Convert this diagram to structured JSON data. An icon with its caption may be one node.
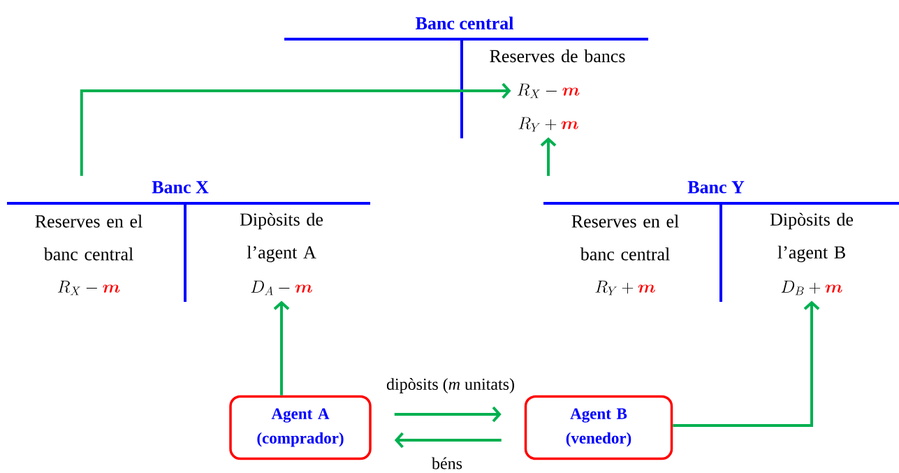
{
  "diagram": {
    "nodes": [
      {
        "text": [
          "Banc central"
        ]
      },
      {
        "text": [
          "Reserves de bancs"
        ],
        "in": 0
      },
      {
        "text": [
          "R_X - {\\color{red}\\boldsymbol{m}}"
        ],
        "in": 0
      },
      {
        "text": [
          "R_Y + {\\color{red}\\boldsymbol{m}}"
        ],
        "in": 0
      },
      {
        "text": [
          "Banc X"
        ]
      },
      {
        "text": [
          "Reserves en el banc central"
        ],
        "in": 4
      },
      {
        "text": [
          "R_X - {\\color{red}\\boldsymbol{m}}"
        ],
        "in": 4
      },
      {
        "text": [
          "Dipòsits de l’agent A"
        ],
        "in": 4
      },
      {
        "text": [
          "D_A - {\\color{red}\\boldsymbol{m}}"
        ],
        "in": 4
      },
      {
        "text": [
          "Banc Y"
        ]
      },
      {
        "text": [
          "Reserves en el banc central"
        ],
        "in": 9
      },
      {
        "text": [
          "R_Y + {\\color{red}\\boldsymbol{m}}"
        ],
        "in": 9
      },
      {
        "text": [
          "Dipòsits de l’agent B"
        ],
        "in": 9
      },
      {
        "text": [
          "D_B + {\\color{red}\\boldsymbol{m}}"
        ],
        "in": 9
      },
      {
        "text": [
          "Agent A (comprador)"
        ]
      },
      {
        "text": [
          "Agent B (venedor)"
        ]
      }
    ],
    "edges": [
      {
        "from": 4,
        "to": 2,
        "arrow": "to"
      },
      {
        "from": 9,
        "to": 3,
        "arrow": "to"
      },
      {
        "from": 14,
        "to": 8,
        "arrow": "to"
      },
      {
        "from": 14,
        "to": 15,
        "arrow": "to",
        "label": "dipòsits (*m* unitats)"
      },
      {
        "from": 15,
        "to": 14,
        "arrow": "to",
        "label": "béns"
      },
      {
        "from": 15,
        "to": 13,
        "arrow": "to"
      }
    ]
  }
}
